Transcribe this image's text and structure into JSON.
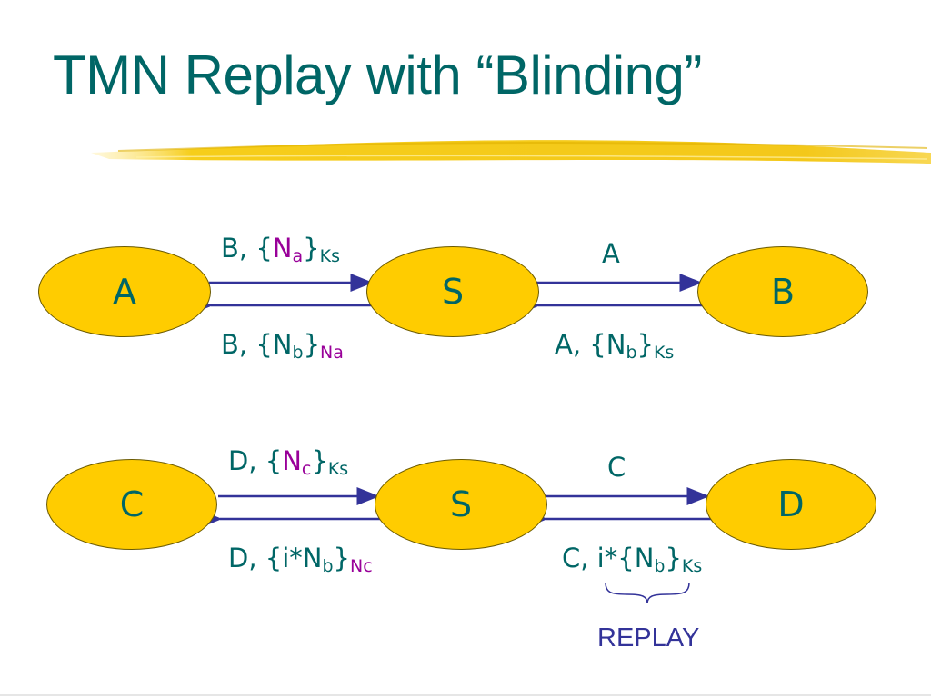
{
  "title": "TMN Replay with “Blinding”",
  "row1": {
    "nodes": {
      "left": "A",
      "middle": "S",
      "right": "B"
    },
    "msg_ls_top": {
      "prefix": "B, {",
      "var": "N",
      "sub": "a",
      "suffix": "}",
      "key": "Ks"
    },
    "msg_ls_bottom": {
      "prefix": "B, {",
      "var": "N",
      "sub": "b",
      "suffix": "}",
      "key": "Na"
    },
    "msg_sr_top": {
      "text": "A"
    },
    "msg_sr_bottom": {
      "prefix": "A, {",
      "var": "N",
      "sub": "b",
      "suffix": "}",
      "key": "Ks"
    }
  },
  "row2": {
    "nodes": {
      "left": "C",
      "middle": "S",
      "right": "D"
    },
    "msg_ls_top": {
      "prefix": "D, {",
      "var": "N",
      "sub": "c",
      "suffix": "}",
      "key": "Ks"
    },
    "msg_ls_bottom": {
      "prefix": "D, {i*",
      "var": "N",
      "sub": "b",
      "suffix": "}",
      "key": "Nc"
    },
    "msg_sr_top": {
      "text": "C"
    },
    "msg_sr_bottom": {
      "prefix": "C, i*{",
      "var": "N",
      "sub": "b",
      "suffix": "}",
      "key": "Ks"
    }
  },
  "replay_label": "REPLAY",
  "colors": {
    "title": "#006666",
    "node_fill": "#ffcc00",
    "arrow": "#333399",
    "highlight": "#990099",
    "brush": "#f2c200"
  }
}
